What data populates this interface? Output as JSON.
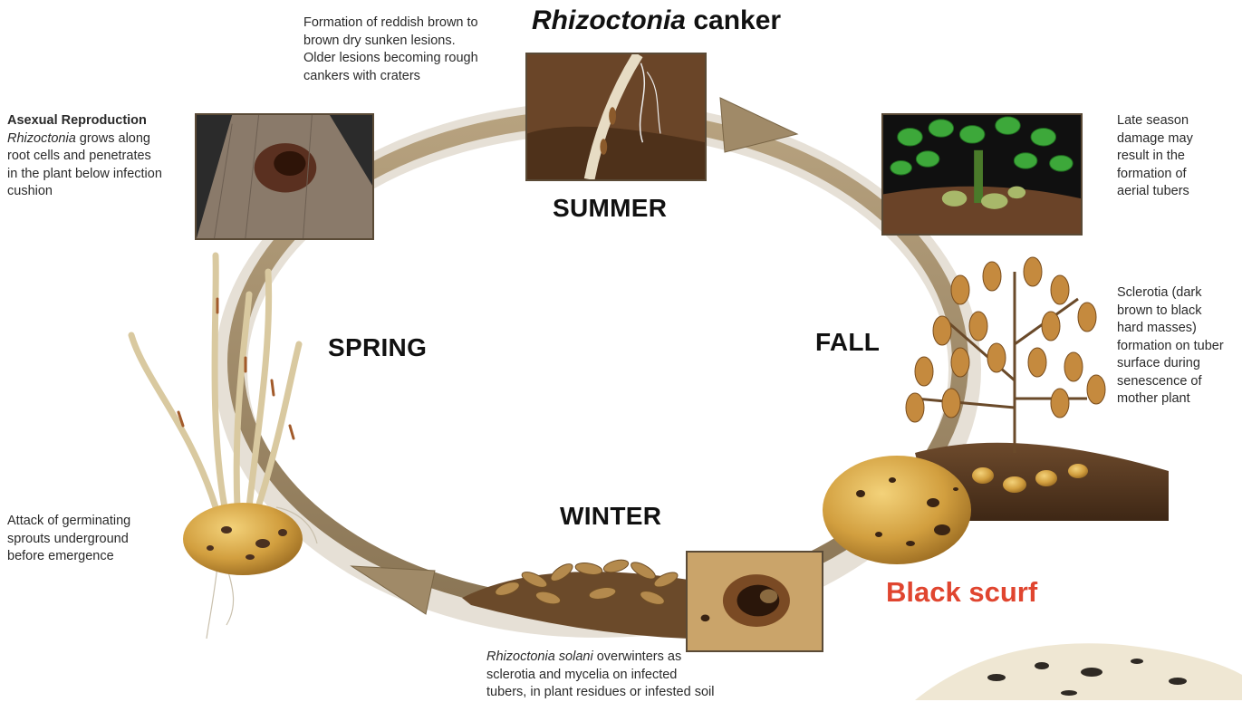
{
  "title": {
    "italic": "Rhizoctonia",
    "rest": " canker"
  },
  "seasons": {
    "summer": "SUMMER",
    "fall": "FALL",
    "winter": "WINTER",
    "spring": "SPRING"
  },
  "black_scurf": {
    "label": "Black scurf",
    "color": "#e0452f"
  },
  "notes": {
    "summer": {
      "lines": [
        "Formation of reddish brown to",
        "brown dry sunken lesions.",
        "Older lesions becoming rough",
        "cankers with craters"
      ]
    },
    "asexual": {
      "heading": "Asexual Reproduction",
      "italic": "Rhizoctonia",
      "line1_rest": " grows along",
      "lines": [
        "root cells and penetrates",
        "in the plant below infection",
        "cushion"
      ]
    },
    "late_season": {
      "lines": [
        "Late season",
        "damage may",
        "result in the",
        "formation of",
        "aerial tubers"
      ]
    },
    "sclerotia": {
      "lines": [
        "Sclerotia (dark",
        "brown to black",
        "hard masses)",
        "formation on tuber",
        "surface during",
        "senescence of",
        "mother plant"
      ]
    },
    "spring": {
      "lines": [
        "Attack of germinating",
        "sprouts underground",
        "before emergence"
      ]
    },
    "winter": {
      "italic": "Rhizoctonia solani",
      "line1_rest": " overwinters  as",
      "lines": [
        "sclerotia and mycelia on infected",
        "tubers, in plant residues or infested soil"
      ]
    }
  },
  "colors": {
    "arrow": "#a08a68",
    "arrow_dark": "#6f5c40",
    "tuber": "#d6a447",
    "soil": "#5b3a22"
  }
}
